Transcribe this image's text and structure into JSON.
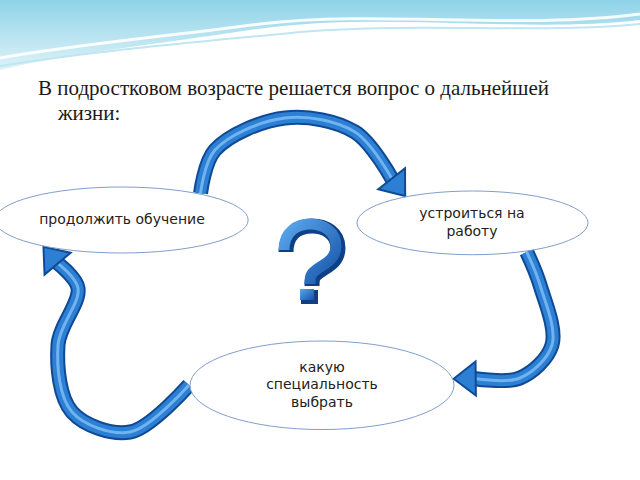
{
  "diagram": {
    "title": "В подростковом возрасте решается вопрос о дальнейшей жизни:",
    "nodes": [
      {
        "text": [
          "продолжить обучение"
        ]
      },
      {
        "text": [
          "устроиться на работу"
        ]
      },
      {
        "text": [
          "какую специальность выбрать"
        ]
      }
    ],
    "edges": [
      {
        "from": 0,
        "to": 1,
        "arrow": "to"
      },
      {
        "from": 1,
        "to": 2,
        "arrow": "to"
      },
      {
        "from": 2,
        "to": 0,
        "arrow": "to"
      }
    ]
  }
}
